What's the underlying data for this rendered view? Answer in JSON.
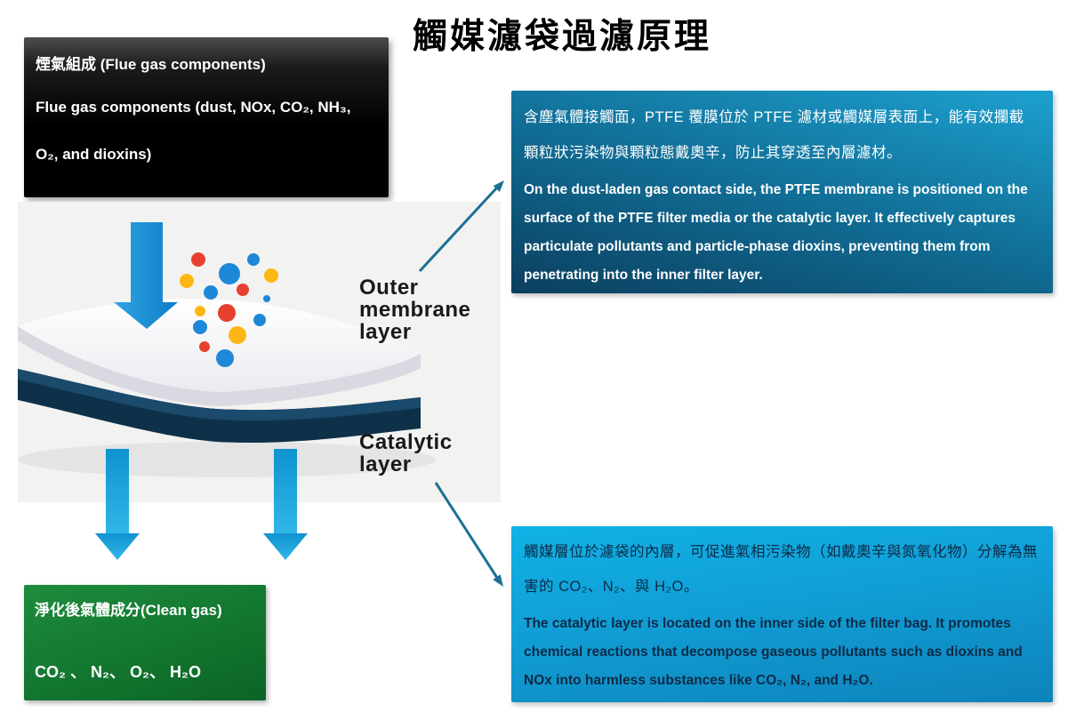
{
  "slide": {
    "title": "觸媒濾袋過濾原理"
  },
  "flue_gas_box": {
    "lines": [
      "煙氣組成  (Flue gas components)",
      "Flue gas components (dust, NOx, CO₂, NH₃,",
      "O₂, and dioxins)"
    ]
  },
  "outer_membrane_box": {
    "text_zh": "含塵氣體接觸面，PTFE 覆膜位於 PTFE 濾材或觸媒層表面上，能有效攔截顆粒狀污染物與顆粒態戴奧辛，防止其穿透至內層濾材。",
    "text_en": "On the dust-laden gas contact side, the PTFE membrane is positioned on the surface of the PTFE filter media or the catalytic layer. It effectively captures particulate pollutants and particle-phase dioxins, preventing them from penetrating into the inner filter layer."
  },
  "catalytic_box": {
    "text_zh": "觸媒層位於濾袋的內層，可促進氣相污染物（如戴奧辛與氮氧化物）分解為無害的 CO₂、N₂、與 H₂O。",
    "text_en": "The catalytic layer is located on the inner side of the filter bag. It promotes chemical reactions that decompose gaseous pollutants such as dioxins and NOx into harmless substances like CO₂, N₂, and H₂O."
  },
  "clean_gas_box": {
    "title_zh": "淨化後氣體成分(Clean gas)",
    "formula": "CO₂ 、 N₂、  O₂、  H₂O"
  },
  "diagram": {
    "outer_label_lines": [
      "Outer",
      "membrane",
      "layer"
    ],
    "catalytic_label_lines": [
      "Catalytic",
      "layer"
    ],
    "particles": [
      [
        203,
        65,
        8,
        "red"
      ],
      [
        265,
        65,
        7,
        "blue"
      ],
      [
        190,
        89,
        8,
        "yellow"
      ],
      [
        238,
        81,
        12,
        "blue"
      ],
      [
        285,
        83,
        8,
        "yellow"
      ],
      [
        217,
        102,
        8,
        "blue"
      ],
      [
        253,
        99,
        7,
        "red"
      ],
      [
        280,
        109,
        4,
        "blue"
      ],
      [
        205,
        123,
        6,
        "yellow"
      ],
      [
        235,
        125,
        10,
        "red"
      ],
      [
        272,
        133,
        7,
        "blue"
      ],
      [
        205,
        141,
        8,
        "blue"
      ],
      [
        247,
        150,
        10,
        "yellow"
      ],
      [
        210,
        163,
        6,
        "red"
      ],
      [
        233,
        176,
        10,
        "blue"
      ]
    ],
    "particle_colors": {
      "red": "#e8402f",
      "blue": "#1e88d8",
      "yellow": "#fdb714"
    }
  },
  "colors": {
    "flow_arrow_blue": "#1a8fd1",
    "clean_arrow_cyan": "#1fa6dc",
    "pointer_line_teal": "#1d6f94",
    "membrane_white": "#fafafc",
    "catalytic_navy": "#113853",
    "outer_box_top": "#1da1d0",
    "outer_box_bottom": "#0b3f5f",
    "catalytic_box_top": "#0fb2e6",
    "catalytic_box_bottom": "#0d83ba",
    "clean_box_green": "#12762f"
  }
}
